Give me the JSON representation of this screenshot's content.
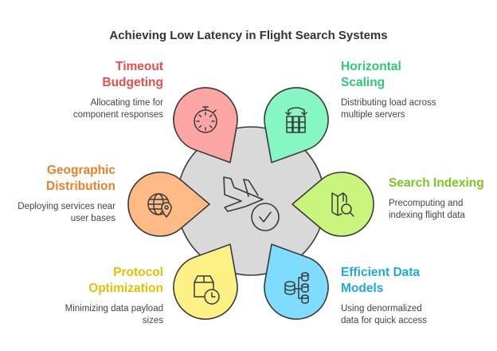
{
  "title": "Achieving Low Latency in Flight Search Systems",
  "center": {
    "icon": "airplane-check-icon",
    "fill": "#d9d9d9"
  },
  "items": [
    {
      "id": "timeout-budgeting",
      "title": "Timeout\nBudgeting",
      "title_l1": "Timeout",
      "title_l2": "Budgeting",
      "desc_l1": "Allocating time for",
      "desc_l2": "component responses",
      "color": "#e84c4c",
      "fill": "#fca5a5",
      "icon": "stopwatch-icon"
    },
    {
      "id": "horizontal-scaling",
      "title_l1": "Horizontal",
      "title_l2": "Scaling",
      "desc_l1": "Distributing load across",
      "desc_l2": "multiple servers",
      "color": "#2fc87a",
      "fill": "#86f7c3",
      "icon": "server-columns-swap-icon"
    },
    {
      "id": "geographic-distribution",
      "title_l1": "Geographic",
      "title_l2": "Distribution",
      "desc_l1": "Deploying services near",
      "desc_l2": "user bases",
      "color": "#e8822a",
      "fill": "#fdba84",
      "icon": "globe-pin-icon"
    },
    {
      "id": "search-indexing",
      "title_l1": "Search Indexing",
      "title_l2": "",
      "desc_l1": "Precomputing and",
      "desc_l2": "indexing flight data",
      "color": "#7cc623",
      "fill": "#c8f57c",
      "icon": "map-search-icon"
    },
    {
      "id": "protocol-optimization",
      "title_l1": "Protocol",
      "title_l2": "Optimization",
      "desc_l1": "Minimizing data payload",
      "desc_l2": "sizes",
      "color": "#e2c200",
      "fill": "#fdf084",
      "icon": "package-clock-icon"
    },
    {
      "id": "efficient-data-models",
      "title_l1": "Efficient Data",
      "title_l2": "Models",
      "desc_l1": "Using denormalized",
      "desc_l2": "data for quick access",
      "color": "#1fa8e0",
      "fill": "#7fdcfc",
      "icon": "database-tree-icon"
    }
  ]
}
